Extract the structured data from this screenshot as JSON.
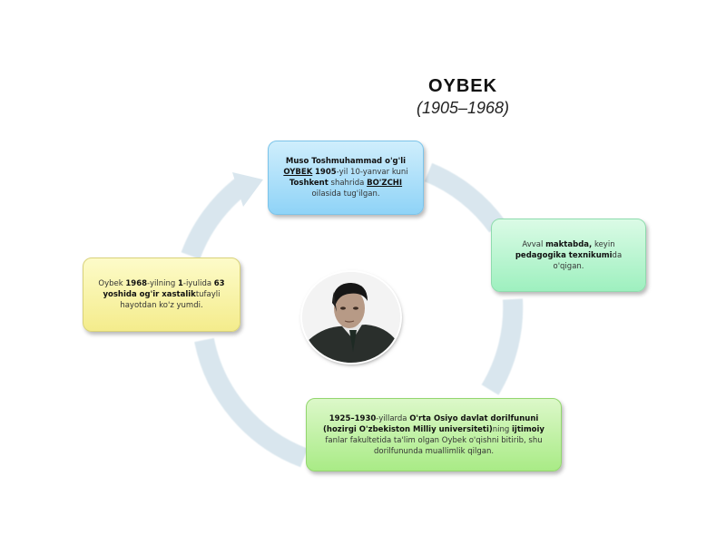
{
  "title": "OYBEK",
  "years": "(1905–1968)",
  "colors": {
    "ring": "#d9e6ee",
    "top_box": "#a8dcf8",
    "right_box": "#b6f3cf",
    "bottom_box": "#bff0a4",
    "left_box": "#f8f2a8"
  },
  "boxes": {
    "top": {
      "t1": "Muso Toshmuhammad o'g'li",
      "t2": "OYBEK",
      "t3": "1905",
      "t4": "-yil 10-yanvar kuni",
      "t5": "Toshkent",
      "t6": "shahrida",
      "t7": "BO'ZCHI",
      "t8": "oilasida tug'ilgan."
    },
    "right": {
      "t1": "Avval",
      "t2": "maktabda,",
      "t3": "keyin",
      "t4": "pedagogika texnikumi",
      "t5": "da o'qigan."
    },
    "bottom": {
      "t1": "1925–1930",
      "t2": "-yillarda",
      "t3": "O'rta Osiyo davlat dorilfununi (hozirgi O'zbekiston Milliy universiteti)",
      "t4": "ning",
      "t5": "ijtimoiy",
      "t6": "fanlar fakultetida ta'lim olgan Oybek o'qishni bitirib, shu dorilfununda muallimlik qilgan."
    },
    "left": {
      "t1": "Oybek",
      "t2": "1968",
      "t3": "-yilning",
      "t4": "1",
      "t5": "-iyulida",
      "t6": "63 yoshida og'ir xastalik",
      "t7": "tufayli hayotdan ko'z yumdi."
    }
  }
}
